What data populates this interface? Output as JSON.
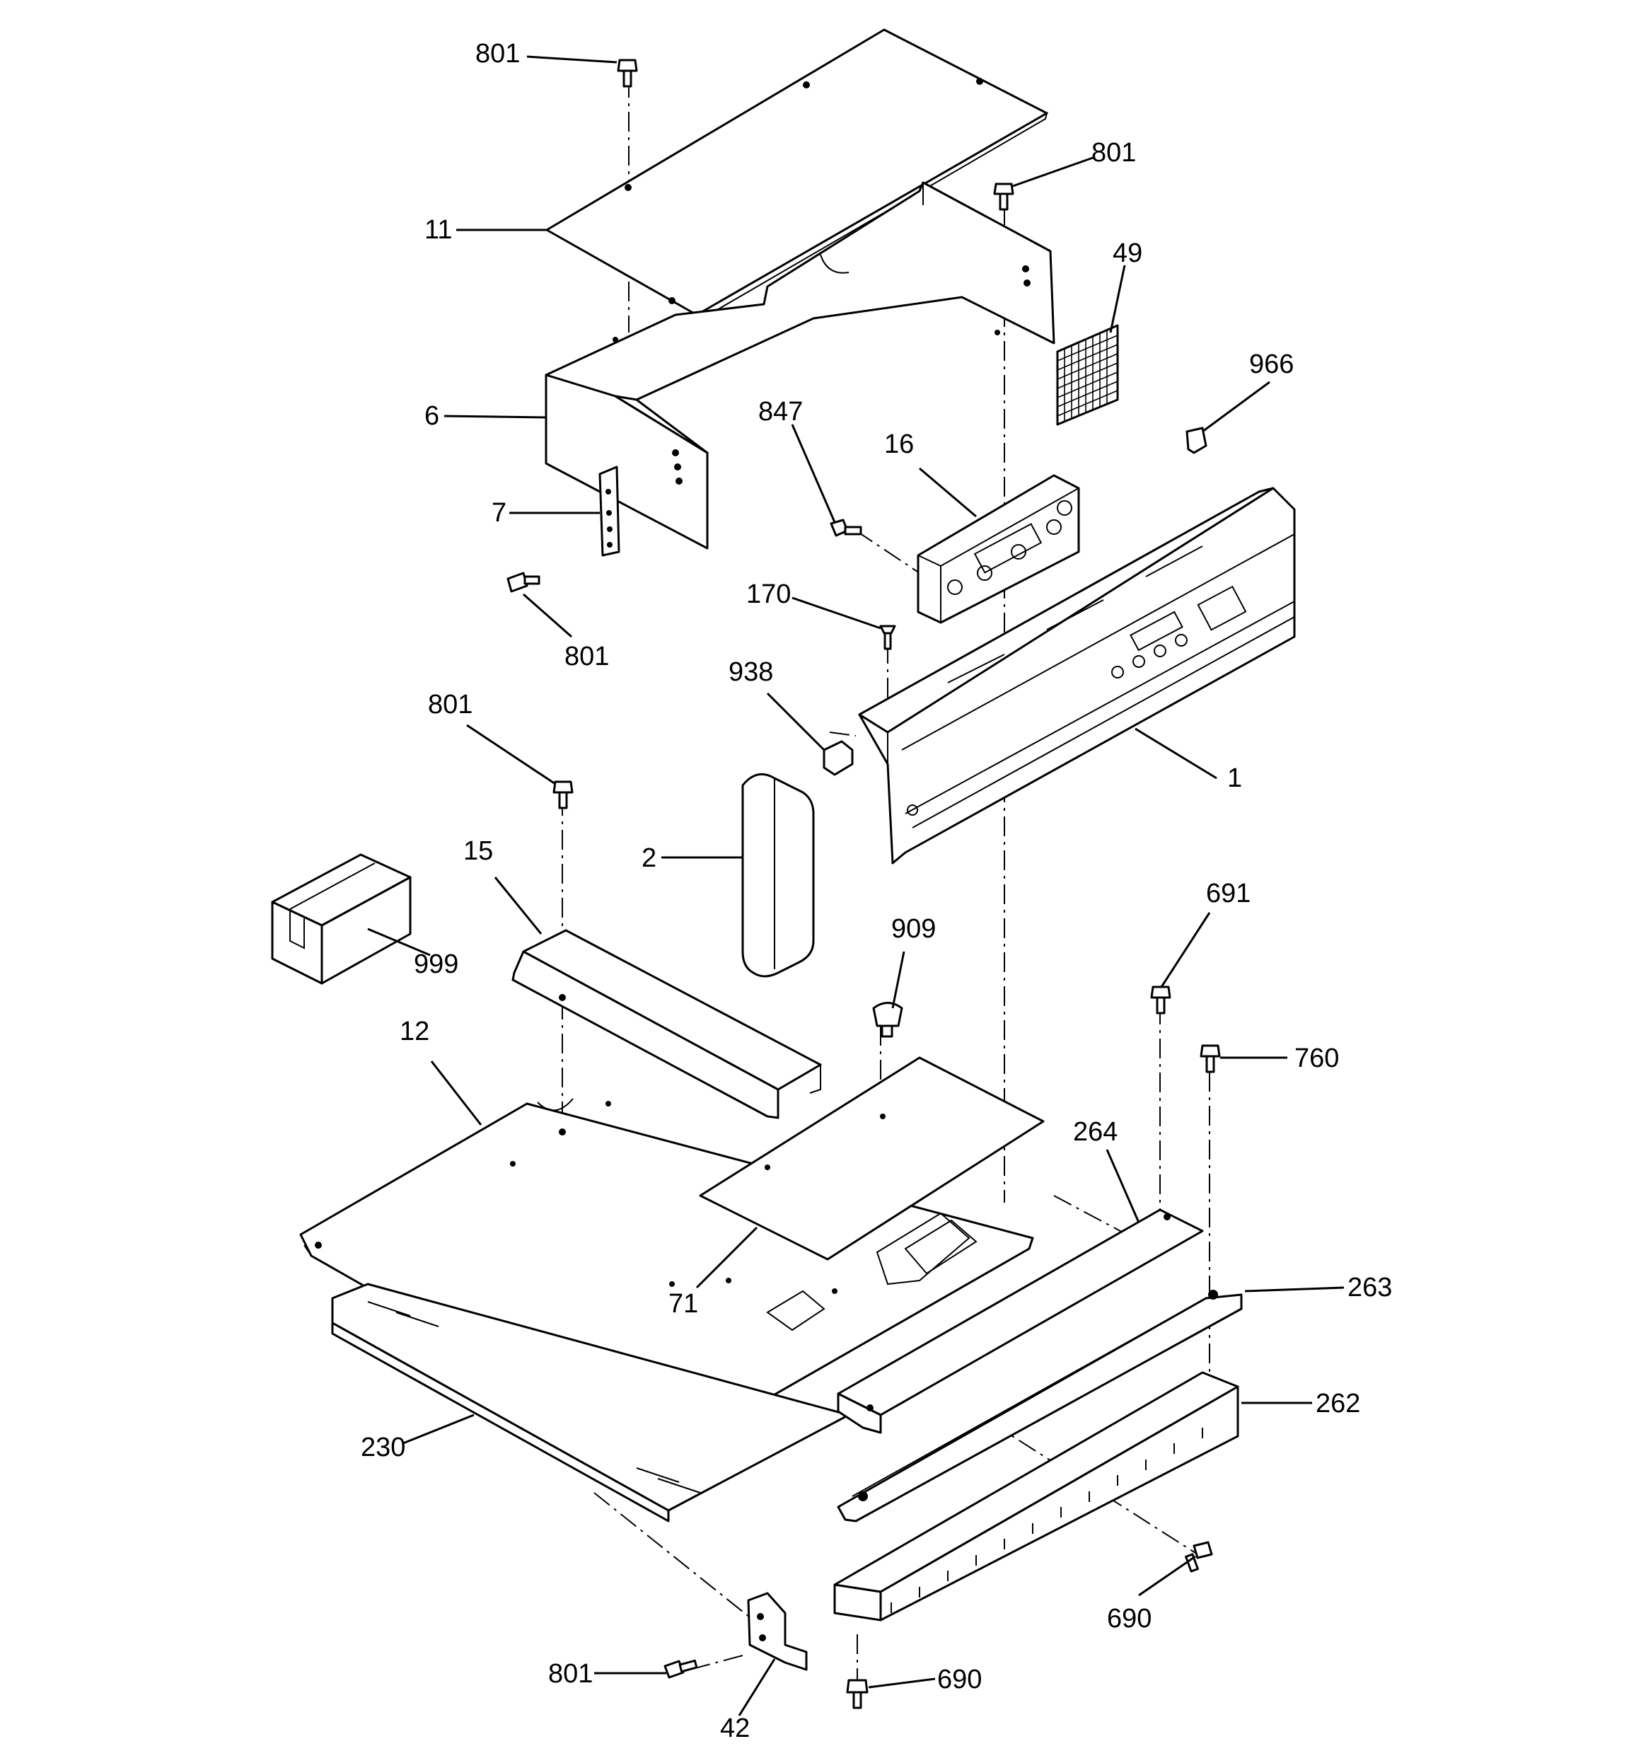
{
  "diagram": {
    "colors": {
      "line": "#000000",
      "background": "#ffffff"
    },
    "callouts": {
      "c801_top": "801",
      "c801_right": "801",
      "c11": "11",
      "c49": "49",
      "c966": "966",
      "c6": "6",
      "c847": "847",
      "c16": "16",
      "c7": "7",
      "c801_mid": "801",
      "c170": "170",
      "c938": "938",
      "c801_left": "801",
      "c1": "1",
      "c2": "2",
      "c15": "15",
      "c999": "999",
      "c909": "909",
      "c691": "691",
      "c12": "12",
      "c760": "760",
      "c264": "264",
      "c263": "263",
      "c71": "71",
      "c262": "262",
      "c230": "230",
      "c690_right": "690",
      "c801_bottom": "801",
      "c690_bottom": "690",
      "c42": "42"
    }
  }
}
